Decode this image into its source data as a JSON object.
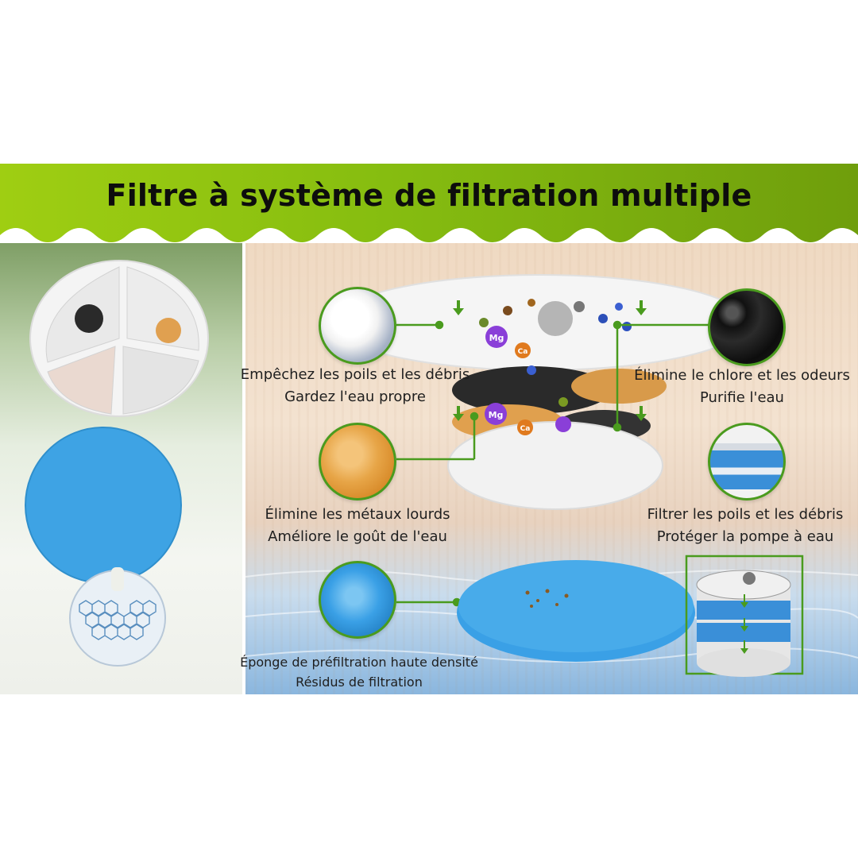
{
  "title": "Filtre à système de filtration multiple",
  "colors": {
    "header_start": "#9fce12",
    "header_end": "#6f9e0c",
    "connector_green": "#4a9b1e",
    "sponge_blue": "#3aa0e6"
  },
  "features": [
    {
      "icon": "cotton-icon",
      "line1": "Empêchez les poils et les débris",
      "line2": "Gardez l'eau propre"
    },
    {
      "icon": "activated-carbon-icon",
      "line1": "Élimine le chlore et les odeurs",
      "line2": "Purifie l'eau"
    },
    {
      "icon": "ion-exchange-resin-icon",
      "line1": "Élimine les métaux lourds",
      "line2": "Améliore le goût de l'eau"
    },
    {
      "icon": "layered-filter-icon",
      "line1": "Filtrer les poils et les débris",
      "line2": "Protéger la pompe à eau"
    },
    {
      "icon": "blue-sponge-icon",
      "line1": "Éponge de préfiltration haute densité",
      "line2": "Résidus de filtration"
    }
  ],
  "ion_labels": {
    "mg": "Mg",
    "ca": "Ca"
  }
}
